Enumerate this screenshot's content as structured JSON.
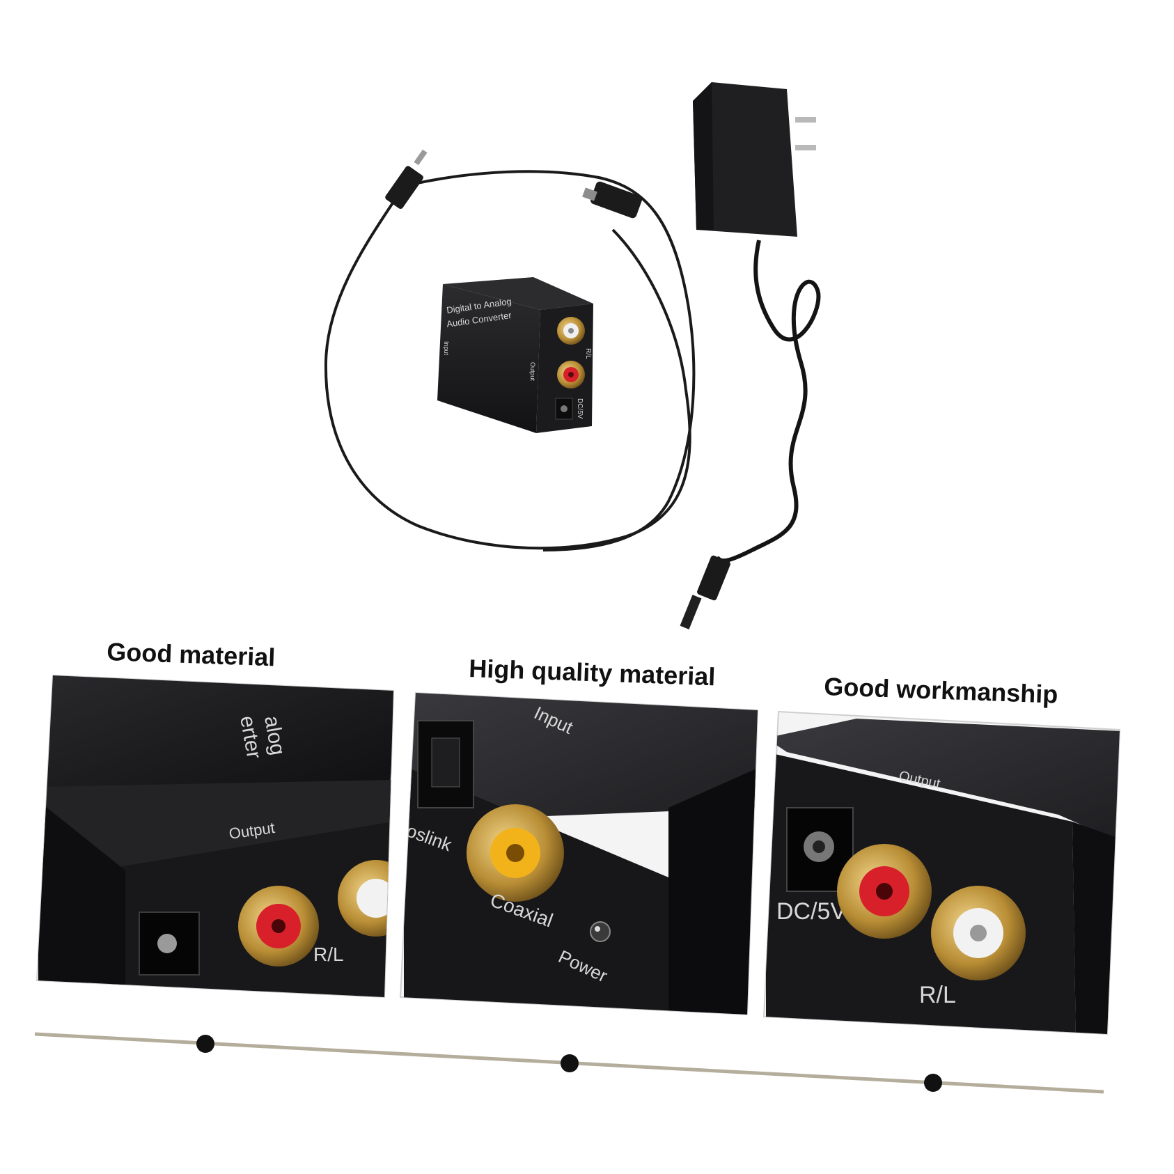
{
  "product": {
    "device_face_text": [
      "Digital to Analog",
      "Audio Converter"
    ],
    "device_labels": {
      "input": "Input",
      "output": "Output",
      "rl": "R/L",
      "dc": "DC/5V"
    }
  },
  "panels": [
    {
      "caption": "Good material",
      "labels": {
        "face": [
          "alog",
          "erter"
        ],
        "output": "Output",
        "rl": "R/L"
      }
    },
    {
      "caption": "High quality material",
      "labels": {
        "input": "Input",
        "toslink": "oslink",
        "coaxial": "Coaxial",
        "power": "Power"
      }
    },
    {
      "caption": "Good workmanship",
      "labels": {
        "output": "Output",
        "dc": "DC/5V",
        "rl": "R/L"
      }
    }
  ],
  "colors": {
    "device_body": "#1c1c1e",
    "rca_red": "#d8202a",
    "rca_white": "#f2f2f2",
    "rca_yellow": "#f2b21a",
    "gold": "#c9a24a",
    "timeline": "#b5ad9c",
    "dot": "#111111"
  }
}
